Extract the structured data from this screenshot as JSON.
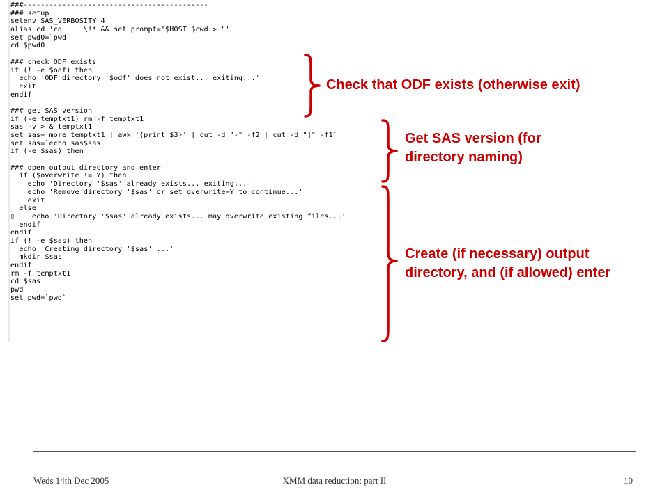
{
  "code": {
    "lines": [
      "###-------------------------------------------",
      "### setup",
      "setenv SAS_VERBOSITY 4",
      "alias cd 'cd     \\!* && set prompt=\"$HOST $cwd > \"'",
      "set pwd0=`pwd`",
      "cd $pwd0",
      "",
      "### check ODF exists",
      "if (! -e $odf) then",
      "  echo 'ODF directory '$odf' does not exist... exiting...'",
      "  exit",
      "endif",
      "",
      "### get SAS version",
      "if (-e temptxt1) rm -f temptxt1",
      "sas -v > & temptxt1",
      "set sas=`more temptxt1 | awk '{print $3}' | cut -d \"-\" -f2 | cut -d \"]\" -f1`",
      "set sas=`echo sas$sas`",
      "if (-e $sas) then",
      "",
      "### open output directory and enter",
      "  if ($overwrite != Y) then",
      "    echo 'Directory '$sas' already exists... exiting...'",
      "    echo 'Remove directory '$sas' or set overwrite=Y to continue...'",
      "    exit",
      "  else",
      "▯    echo 'Directory '$sas' already exists... may overwrite existing files...'",
      "  endif",
      "endif",
      "if (! -e $sas) then",
      "  echo 'Creating directory '$sas' ...'",
      "  mkdir $sas",
      "endif",
      "rm -f temptxt1",
      "cd $sas",
      "pwd",
      "set pwd=`pwd`"
    ]
  },
  "annotations": {
    "check_odf": "Check that ODF exists (otherwise exit)",
    "sas_version_line1": "Get SAS version (for",
    "sas_version_line2": "directory naming)",
    "output_dir_line1": "Create (if necessary) output",
    "output_dir_line2": "directory, and (if allowed) enter"
  },
  "footer": {
    "date": "Weds 14th Dec 2005",
    "title": "XMM data reduction: part II",
    "page": "10"
  },
  "colors": {
    "accent": "#cc0000",
    "code_text": "#000000",
    "footer_rule": "#555555"
  }
}
